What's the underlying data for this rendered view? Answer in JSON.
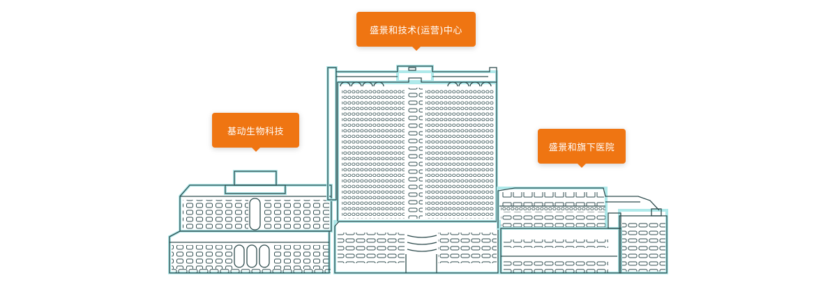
{
  "colors": {
    "callout": "#ef7512",
    "line": "#2c4a4c",
    "glow": "#aee9ea"
  },
  "buildings": [
    {
      "id": "tech",
      "label": "盛景和技术(运营)中心"
    },
    {
      "id": "bio",
      "label": "基动生物科技"
    },
    {
      "id": "hosp",
      "label": "盛景和旗下医院"
    }
  ]
}
